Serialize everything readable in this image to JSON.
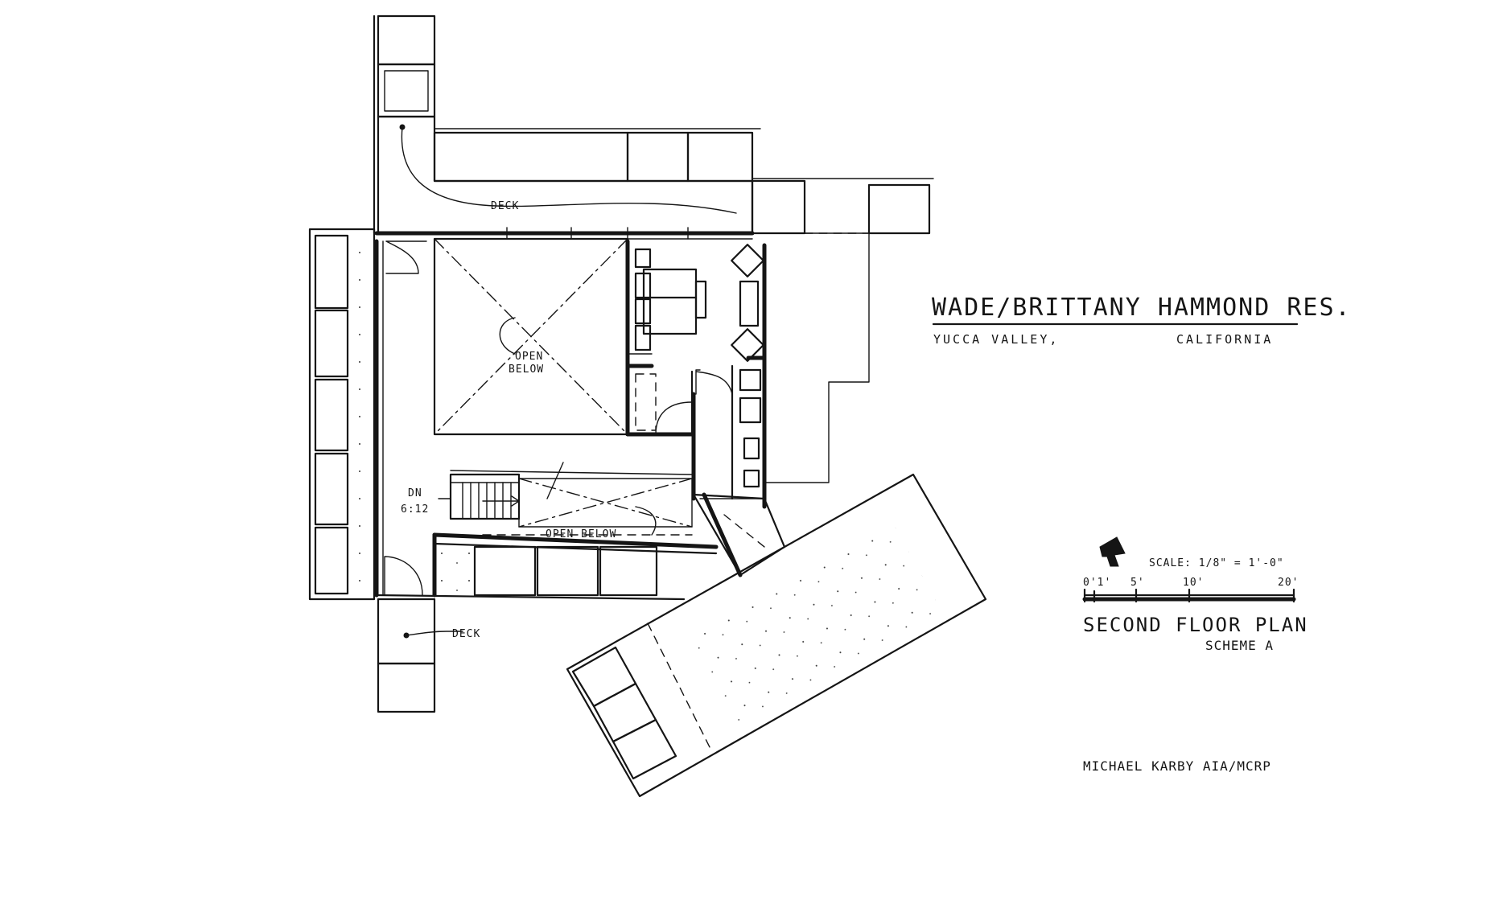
{
  "title_block": {
    "project_title": "WADE/BRITTANY HAMMOND RES.",
    "city": "YUCCA VALLEY,",
    "state": "CALIFORNIA"
  },
  "scale_block": {
    "scale_label": "SCALE: 1/8\" = 1'-0\"",
    "ticks": [
      "0'1'",
      "5'",
      "10'",
      "20'"
    ]
  },
  "plan_title": {
    "title": "SECOND FLOOR PLAN",
    "subtitle": "SCHEME A"
  },
  "labels": {
    "deck_top": "DECK",
    "deck_bottom": "DECK",
    "open_below_1a": "OPEN",
    "open_below_1b": "BELOW",
    "open_below_2": "OPEN BELOW",
    "stair_dn": "DN",
    "stair_slope": "6:12"
  },
  "architect": {
    "name": "MICHAEL KARBY AIA/MCRP"
  },
  "colors": {
    "ink": "#151515",
    "paper": "#ffffff"
  }
}
